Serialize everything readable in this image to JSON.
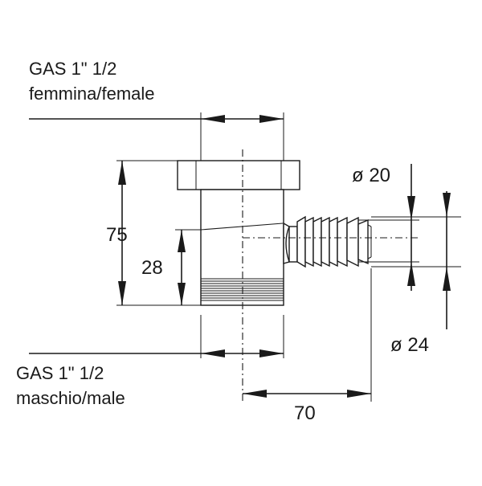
{
  "labels": {
    "top_connection_line1": "GAS 1\" 1/2",
    "top_connection_line2": "femmina/female",
    "bottom_connection_line1": "GAS 1\" 1/2",
    "bottom_connection_line2": "maschio/male"
  },
  "dimensions": {
    "overall_height": "75",
    "outlet_height": "28",
    "inner_diameter": "ø 20",
    "outer_diameter": "ø 24",
    "outlet_length": "70"
  }
}
